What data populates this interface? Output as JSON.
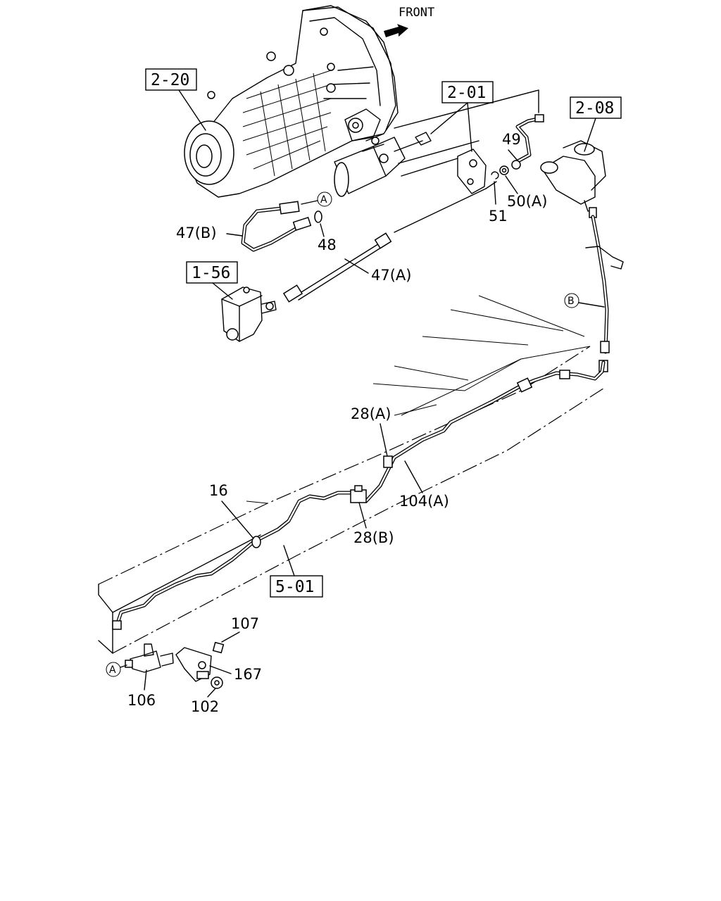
{
  "direction_label": "FRONT",
  "reference_boxes": {
    "transmission": "2-20",
    "clutch_control": "2-01",
    "master_cylinder": "2-08",
    "booster": "1-56",
    "frame": "5-01"
  },
  "callouts": {
    "hose_b": "47(B)",
    "washer": "48",
    "hose_a": "47(A)",
    "bracket_bolt_49": "49",
    "nut_50a": "50(A)",
    "clip_51": "51",
    "clamp_28a": "28(A)",
    "clamp_28b": "28(B)",
    "clip_16": "16",
    "pipe_104a": "104(A)",
    "connector_106": "106",
    "bolt_107": "107",
    "bolt_167": "167",
    "nut_102": "102"
  },
  "connection_markers": {
    "a_top": "A",
    "a_bottom": "A",
    "b_right": "B"
  }
}
